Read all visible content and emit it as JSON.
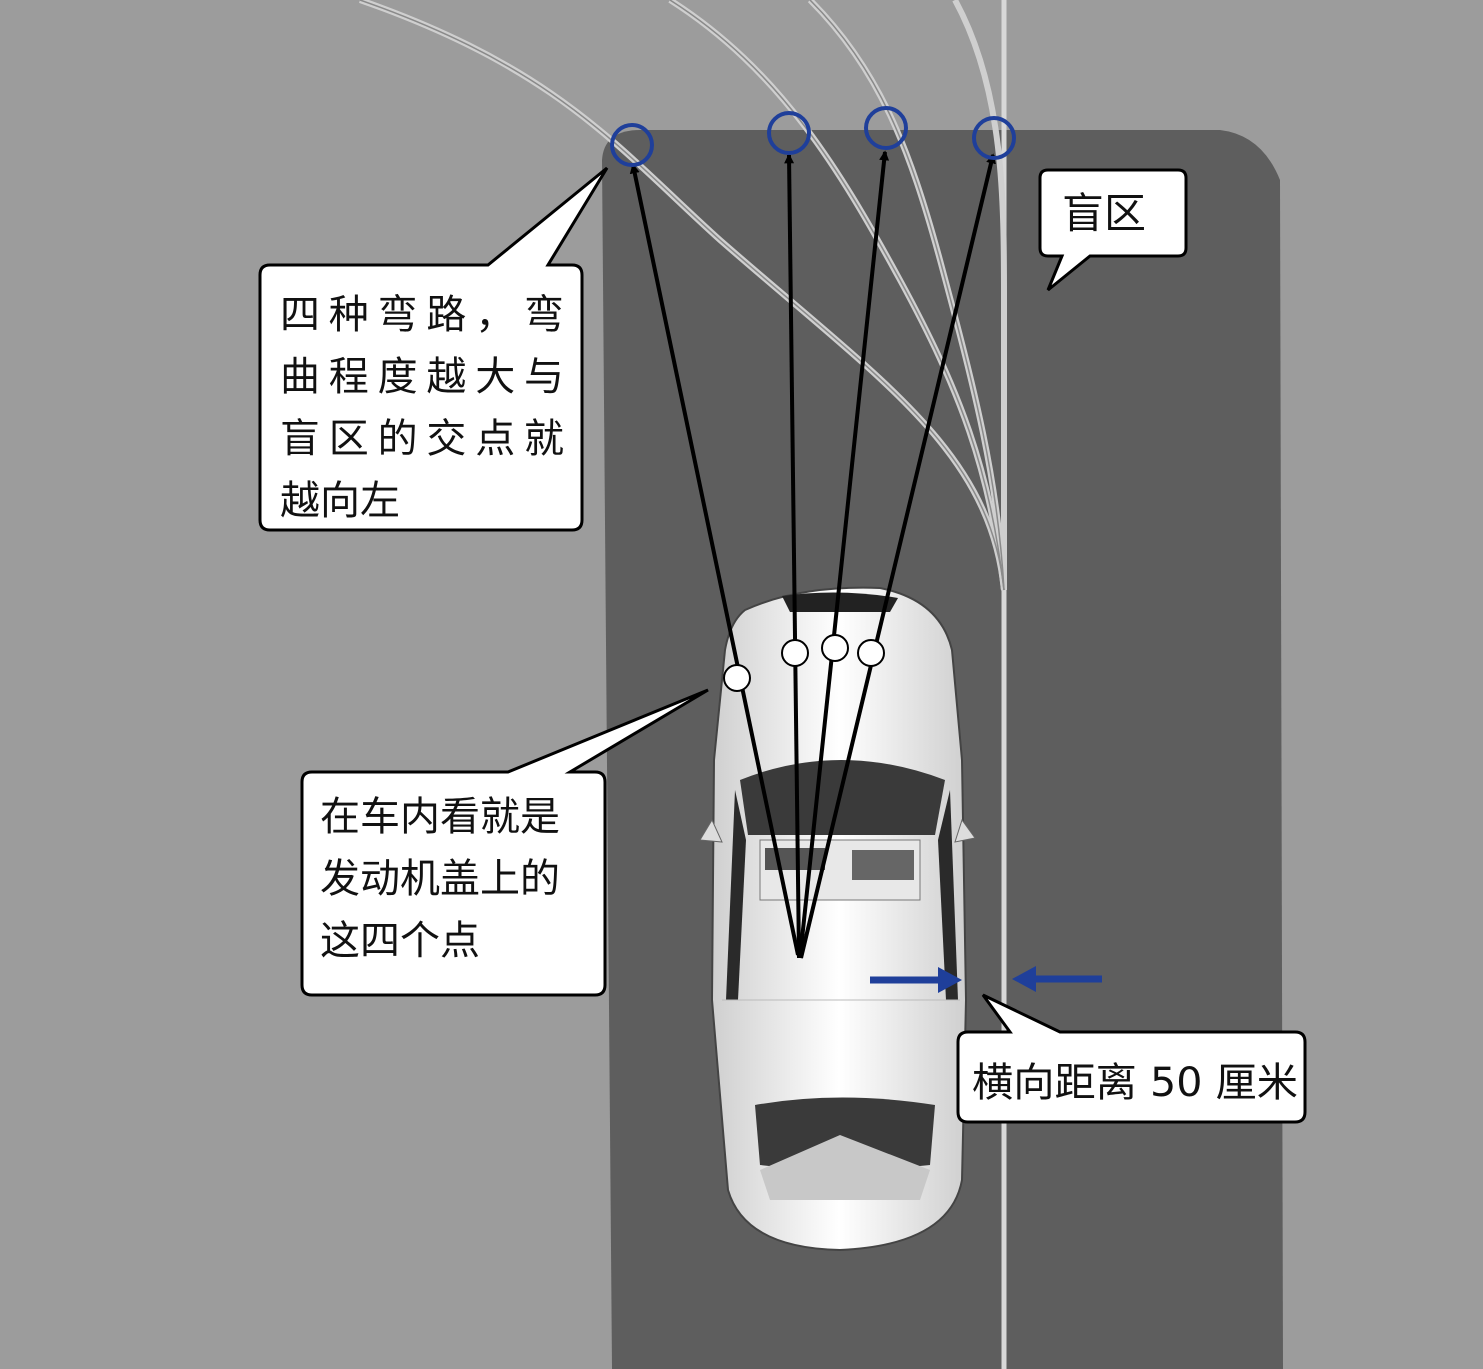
{
  "callouts": {
    "blind_zone": "盲区",
    "curve_note": [
      "四种弯路，弯",
      "曲程度越大与",
      "盲区的交点就",
      "越向左"
    ],
    "hood_note": [
      "在车内看就是",
      "发动机盖上的",
      "这四个点"
    ],
    "distance_note": "横向距离 50 厘米"
  },
  "colors": {
    "background": "#9c9c9c",
    "road": "#5e5e5e",
    "marker": "#1f3f9a",
    "arrow": "#000000",
    "callout_fill": "#ffffff"
  },
  "icons": {
    "car": "sedan-top-view"
  }
}
